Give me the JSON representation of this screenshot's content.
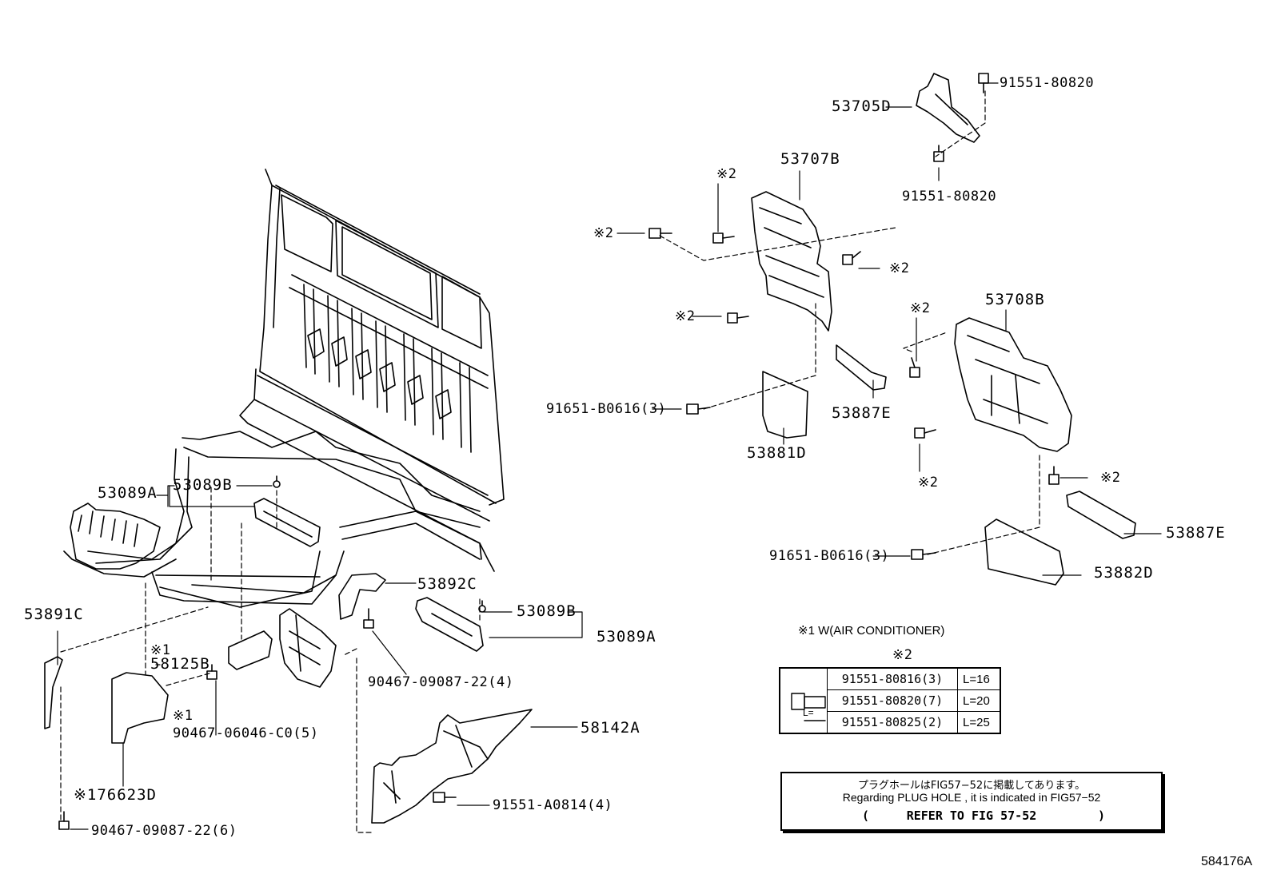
{
  "figure_id": "584176A",
  "callouts": {
    "p53705D": "53705D",
    "p91551_80820_top": "91551-80820",
    "p91551_80820_mid": "91551-80820",
    "p53707B": "53707B",
    "mark2_a": "※2",
    "mark2_b": "※2",
    "mark2_c": "※2",
    "mark2_d": "※2",
    "mark2_e": "※2",
    "mark2_f": "※2",
    "mark2_g": "※2",
    "p53708B": "53708B",
    "p91651_B0616_a": "91651-B0616(3)",
    "p91651_B0616_b": "91651-B0616(3)",
    "p53887E_a": "53887E",
    "p53887E_b": "53887E",
    "p53881D": "53881D",
    "p53882D": "53882D",
    "p53089A_left": "53089A",
    "p53089B_left": "53089B",
    "p53892C": "53892C",
    "p53089B_right": "53089B",
    "p53089A_right": "53089A",
    "p53891C": "53891C",
    "mark1_a": "※1",
    "p58125B": "58125B",
    "p90467_09087_22_4": "90467-09087-22(4)",
    "mark1_b": "※1",
    "p90467_06046_C0_5": "90467-06046-C0(5)",
    "p58142A": "58142A",
    "p76623D": "※176623D",
    "p91551_A0814_4": "91551-A0814(4)",
    "p90467_09087_22_6": "90467-09087-22(6)"
  },
  "legend_note": "※1  W(AIR CONDITIONER)",
  "bolt_table": {
    "header": "※2",
    "rows": [
      {
        "part": "91551-80816(3)",
        "length": "L=16"
      },
      {
        "part": "91551-80820(7)",
        "length": "L=20"
      },
      {
        "part": "91551-80825(2)",
        "length": "L=25"
      }
    ],
    "pic_label": "L="
  },
  "refer_box": {
    "line1": "プラグホールはFIG57−52に掲載してあります。",
    "line2": "Regarding  PLUG HOLE , it is indicated in FIG57−52",
    "paren_open": "(",
    "line3": "REFER TO FIG 57-52",
    "paren_close": ")"
  }
}
